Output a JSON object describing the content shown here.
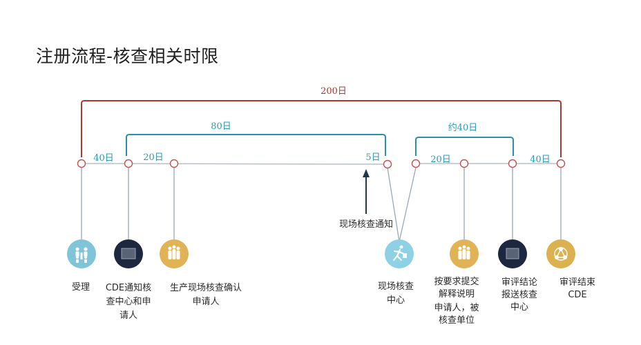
{
  "title": "注册流程-核查相关时限",
  "brackets": {
    "total": "200日",
    "inspection": "80日",
    "feedback": "约40日"
  },
  "segments": [
    "40日",
    "20日",
    "5日",
    "20日",
    "40日"
  ],
  "arrow_label": "现场核查通知",
  "nodes": [
    {
      "label_lines": [
        "受理"
      ],
      "icon": "people-icon",
      "color": "#7fc4d8"
    },
    {
      "label_lines": [
        "CDE通知核",
        "查中心和申",
        "请人"
      ],
      "icon": "monitor-icon",
      "color": "#1e2740"
    },
    {
      "label_lines": [
        "生产现场核查确认",
        "申请人"
      ],
      "icon": "crowd-icon",
      "color": "#e0b356"
    },
    {
      "label_lines": [
        "现场核查",
        "中心"
      ],
      "icon": "runner-icon",
      "color": "#8ed1e4"
    },
    {
      "label_lines": [
        "按要求提交",
        "解释说明",
        "申请人，被",
        "核查单位"
      ],
      "icon": "crowd-icon",
      "color": "#e0b356"
    },
    {
      "label_lines": [
        "审评结论",
        "报送核查",
        "中心"
      ],
      "icon": "monitor-icon",
      "color": "#1e2740"
    },
    {
      "label_lines": [
        "审评结束",
        "CDE"
      ],
      "icon": "network-icon",
      "color": "#dcb14f"
    }
  ],
  "colors": {
    "line": "#9aa9b8",
    "node_ring": "#c9504a",
    "bracket_blue": "#2a8fb3",
    "bracket_red": "#b3342e"
  }
}
